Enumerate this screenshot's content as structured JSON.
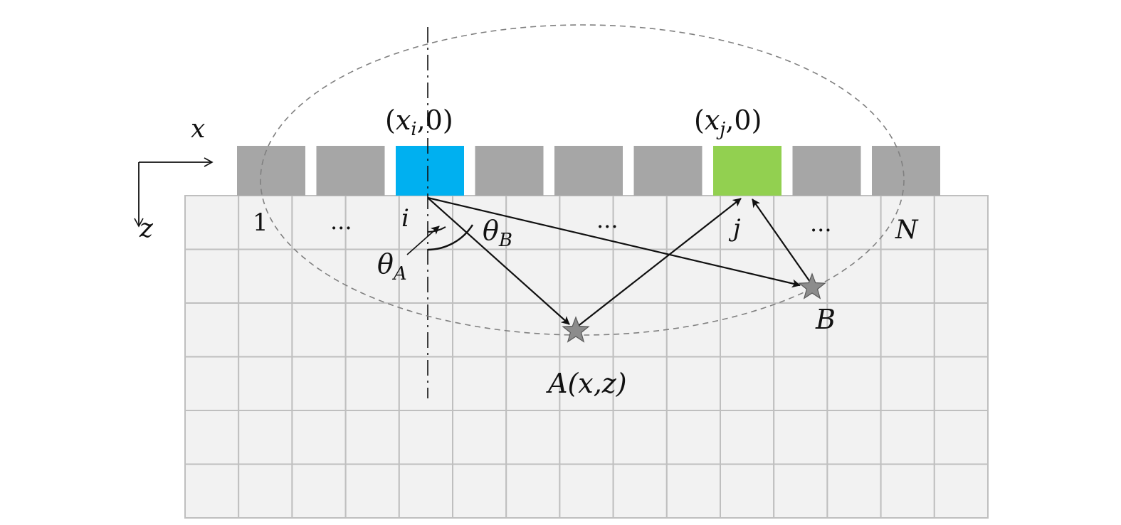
{
  "labels": {
    "axis_x": "x",
    "axis_z": "z",
    "elem_i_pos": {
      "open": "(",
      "var": "x",
      "sub": "i",
      "rest": ",0)"
    },
    "elem_j_pos": {
      "open": "(",
      "var": "x",
      "sub": "j",
      "rest": ",0)"
    },
    "index_first": "1",
    "index_dots_1": "...",
    "index_i": "i",
    "index_dots_2": "...",
    "index_j": "j",
    "index_dots_3": "...",
    "index_last": "N",
    "theta_A": {
      "sym": "θ",
      "sub": "A"
    },
    "theta_B": {
      "sym": "θ",
      "sub": "B"
    },
    "point_A": "A(x,z)",
    "point_B": "B"
  },
  "colors": {
    "element_default": "#a6a6a6",
    "element_transmit": "#00b0f0",
    "element_receive": "#92d050",
    "grid_fill": "#f2f2f2",
    "grid_line": "#bfbfbf",
    "stroke": "#111111",
    "ellipse": "#808080",
    "star": "#8c8c8c"
  },
  "icons": {
    "point_marker": "star-icon",
    "ray_head": "arrowhead-icon"
  }
}
